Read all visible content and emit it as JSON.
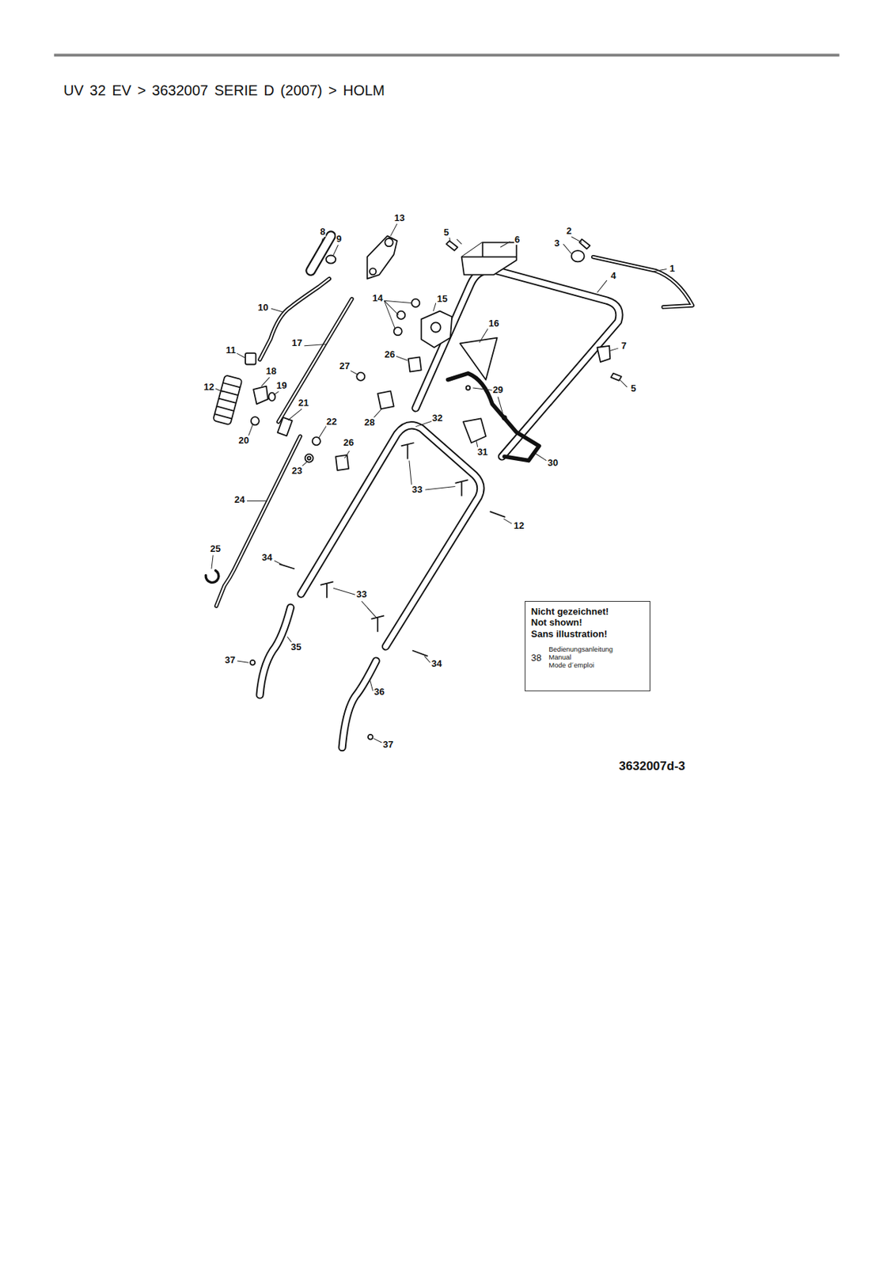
{
  "diagram": {
    "title": "UV 32 EV > 3632007 SERIE D (2007) > HOLM",
    "nodes": [
      {
        "text": [
          "Nicht gezeichnet!",
          "Not shown!",
          "Sans illustration!",
          "38",
          "Bedienungsanleitung",
          "Manual",
          "Mode d´emploi"
        ]
      }
    ],
    "labels": [
      "1",
      "2",
      "3",
      "4",
      "5",
      "6",
      "7",
      "5",
      "8",
      "9",
      "10",
      "11",
      "12",
      "13",
      "14",
      "15",
      "16",
      "17",
      "18",
      "19",
      "20",
      "21",
      "22",
      "23",
      "24",
      "25",
      "26",
      "26",
      "27",
      "28",
      "29",
      "30",
      "31",
      "32",
      "33",
      "33",
      "34",
      "34",
      "35",
      "36",
      "37",
      "37",
      "12",
      "3632007d-3"
    ]
  }
}
